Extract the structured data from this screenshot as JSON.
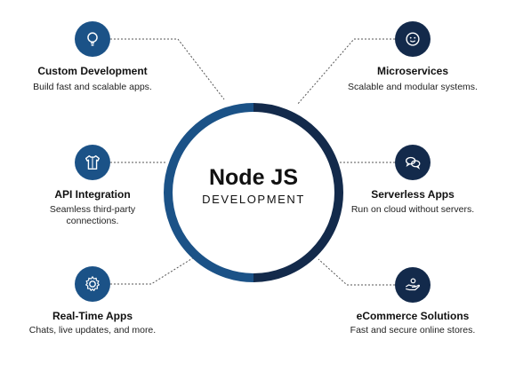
{
  "center": {
    "title": "Node JS",
    "subtitle": "DEVELOPMENT"
  },
  "colors": {
    "ring_left": "#1b5287",
    "ring_right": "#132a4b",
    "connector": "#555555"
  },
  "items": [
    {
      "title": "Custom Development",
      "desc_line1": "Build fast and scalable apps.",
      "desc_line2": "",
      "icon": "lightbulb-icon"
    },
    {
      "title": "API Integration",
      "desc_line1": "Seamless third-party",
      "desc_line2": "connections.",
      "icon": "shirt-icon"
    },
    {
      "title": "Real-Time Apps",
      "desc_line1": "Chats, live updates, and more.",
      "desc_line2": "",
      "icon": "gear-icon"
    },
    {
      "title": "Microservices",
      "desc_line1": "Scalable and modular systems.",
      "desc_line2": "",
      "icon": "smiley-icon"
    },
    {
      "title": "Serverless Apps",
      "desc_line1": "Run on cloud without servers.",
      "desc_line2": "",
      "icon": "chat-bubbles-icon"
    },
    {
      "title": "eCommerce Solutions",
      "desc_line1": "Fast and secure online stores.",
      "desc_line2": "",
      "icon": "hand-coin-icon"
    }
  ]
}
